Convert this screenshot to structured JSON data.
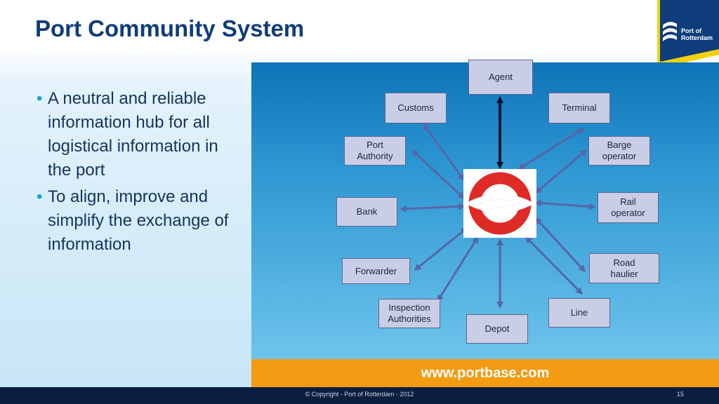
{
  "slide": {
    "title": "Port Community System",
    "bullets": [
      "A neutral and reliable information hub for all logistical information in the port",
      "To align, improve and simplify the exchange of information"
    ],
    "url": "www.portbase.com",
    "copyright": "© Copyright - Port of Rotterdam - 2012",
    "page_number": "15"
  },
  "logo": {
    "line1": "Port of",
    "line2": "Rotterdam"
  },
  "diagram": {
    "hub_icon": "portbase-hub-icon",
    "nodes": [
      {
        "id": "agent",
        "label": "Agent"
      },
      {
        "id": "customs",
        "label": "Customs"
      },
      {
        "id": "terminal",
        "label": "Terminal"
      },
      {
        "id": "port-authority",
        "label": "Port\nAuthority"
      },
      {
        "id": "barge-operator",
        "label": "Barge\noperator"
      },
      {
        "id": "bank",
        "label": "Bank"
      },
      {
        "id": "rail-operator",
        "label": "Rail\noperator"
      },
      {
        "id": "forwarder",
        "label": "Forwarder"
      },
      {
        "id": "road-haulier",
        "label": "Road\nhaulier"
      },
      {
        "id": "inspection-authorities",
        "label": "Inspection\nAuthorities"
      },
      {
        "id": "line",
        "label": "Line"
      },
      {
        "id": "depot",
        "label": "Depot"
      }
    ]
  },
  "colors": {
    "title": "#0f3c7a",
    "panel_top": "#0d73b8",
    "panel_bottom": "#6ec4ec",
    "url_bar": "#f29b13",
    "footer": "#0b1e3f",
    "node_fill": "#c9cee6",
    "arrow": "#5566a8",
    "hub_red": "#e02a26"
  }
}
